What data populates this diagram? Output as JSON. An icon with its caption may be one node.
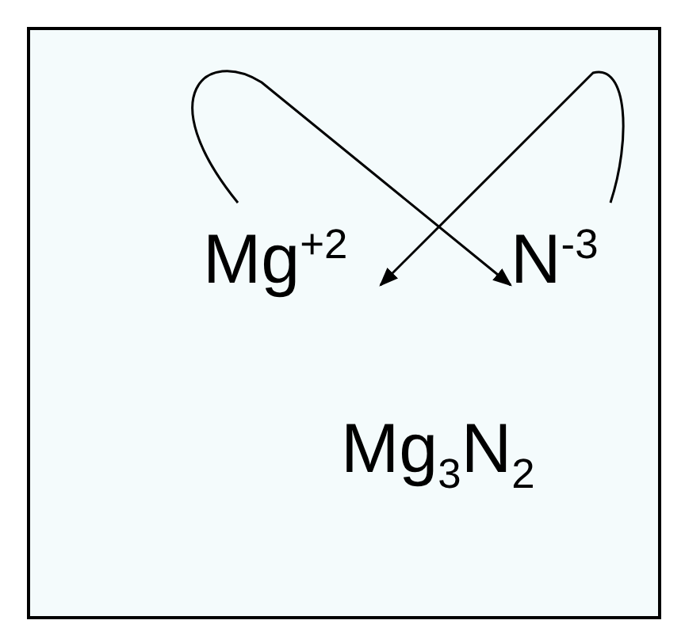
{
  "diagram": {
    "nodes": [
      {
        "text": [
          "Mg$^{+2}$"
        ]
      },
      {
        "text": [
          "N$^{-3}$"
        ]
      }
    ],
    "edges": [
      {
        "from": 0,
        "to": 1,
        "arrow": "to"
      },
      {
        "from": 1,
        "to": 0,
        "arrow": "to"
      }
    ],
    "labels": [
      "Mg$_{3}$N$_{2}$"
    ]
  }
}
